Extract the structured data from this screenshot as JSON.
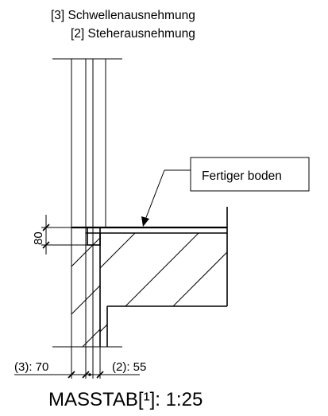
{
  "labels": {
    "note_3": "[3] Schwellenausnehmung",
    "note_2": "[2] Steherausnehmung",
    "callout": "Fertiger boden",
    "dim_vertical": "80",
    "dim_left": "(3): 70",
    "dim_right": "(2): 55",
    "scale": "MASSTAB[¹]: 1:25"
  }
}
